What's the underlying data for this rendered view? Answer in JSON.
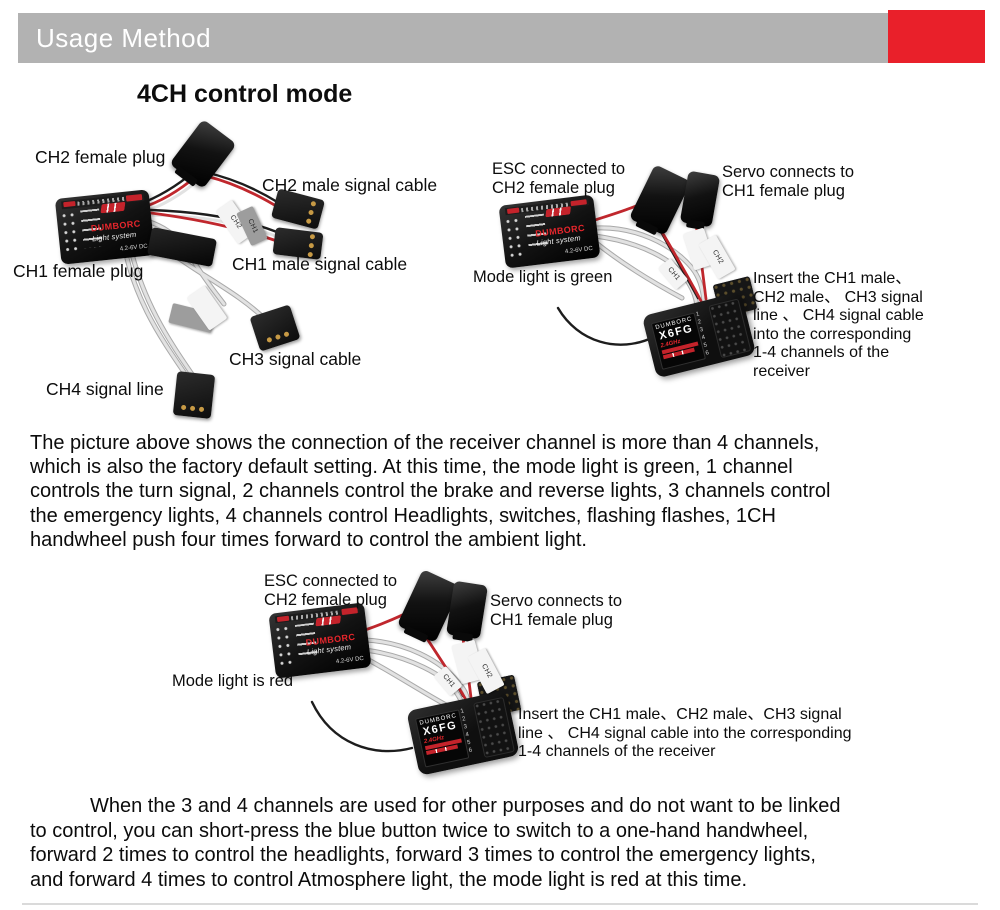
{
  "header": {
    "title": "Usage Method",
    "bar_color": "#b2b2b2",
    "accent_color": "#e9202a"
  },
  "subtitle": "4CH control mode",
  "fig_top_left": {
    "ch2_female": "CH2 female plug",
    "ch2_male": "CH2 male signal cable",
    "ch1_female": "CH1 female plug",
    "ch1_male": "CH1 male signal cable",
    "ch3": "CH3 signal cable",
    "ch4": "CH4 signal line"
  },
  "fig_top_right": {
    "esc": "ESC connected to\nCH2 female plug",
    "servo": "Servo connects to\nCH1 female plug",
    "mode": "Mode light is green",
    "insert": "Insert the CH1 male、\nCH2 male、 CH3 signal\nline 、 CH4 signal cable\ninto the corresponding\n1-4 channels of the\nreceiver"
  },
  "fig_bottom": {
    "esc": "ESC connected to\nCH2 female plug",
    "servo": "Servo connects to\nCH1 female plug",
    "mode": "Mode light is red",
    "insert": "Insert the CH1 male、CH2 male、CH3 signal\nline 、 CH4 signal cable into the corresponding\n1-4 channels of the receiver"
  },
  "paragraph1": "The picture above shows the connection of the receiver channel is more than 4 channels,\nwhich is also the factory default setting. At this time, the mode light is green, 1 channel\ncontrols the turn signal, 2 channels control the brake and reverse lights, 3 channels control\nthe emergency lights, 4 channels control Headlights, switches, flashing flashes, 1CH\nhandwheel push four times forward to control the ambient light.",
  "paragraph2": "When the 3 and 4 channels are used for other purposes and do not want to be linked\nto control, you can short-press the blue button twice to switch to a one-hand handwheel,\nforward 2 times to control the headlights, forward 3 times to control the emergency lights,\nand forward 4 times to control Atmosphere light, the mode light is red at this time.",
  "module": {
    "brand": "DUMBORC",
    "product": "Light system",
    "voltage": "4.2-6V DC"
  },
  "receiver": {
    "brand": "DUMBORC",
    "model": "X6FG",
    "spec": "2.4GHz",
    "channels": "1\n2\n3\n4\n5\n6"
  },
  "tags": {
    "ch1": "CH1",
    "ch2": "CH2"
  },
  "colors": {
    "wire_red": "#c0272d",
    "wire_white": "#dcdcdc",
    "wire_black": "#1d1d1d",
    "module_red_text": "#e5262c"
  }
}
